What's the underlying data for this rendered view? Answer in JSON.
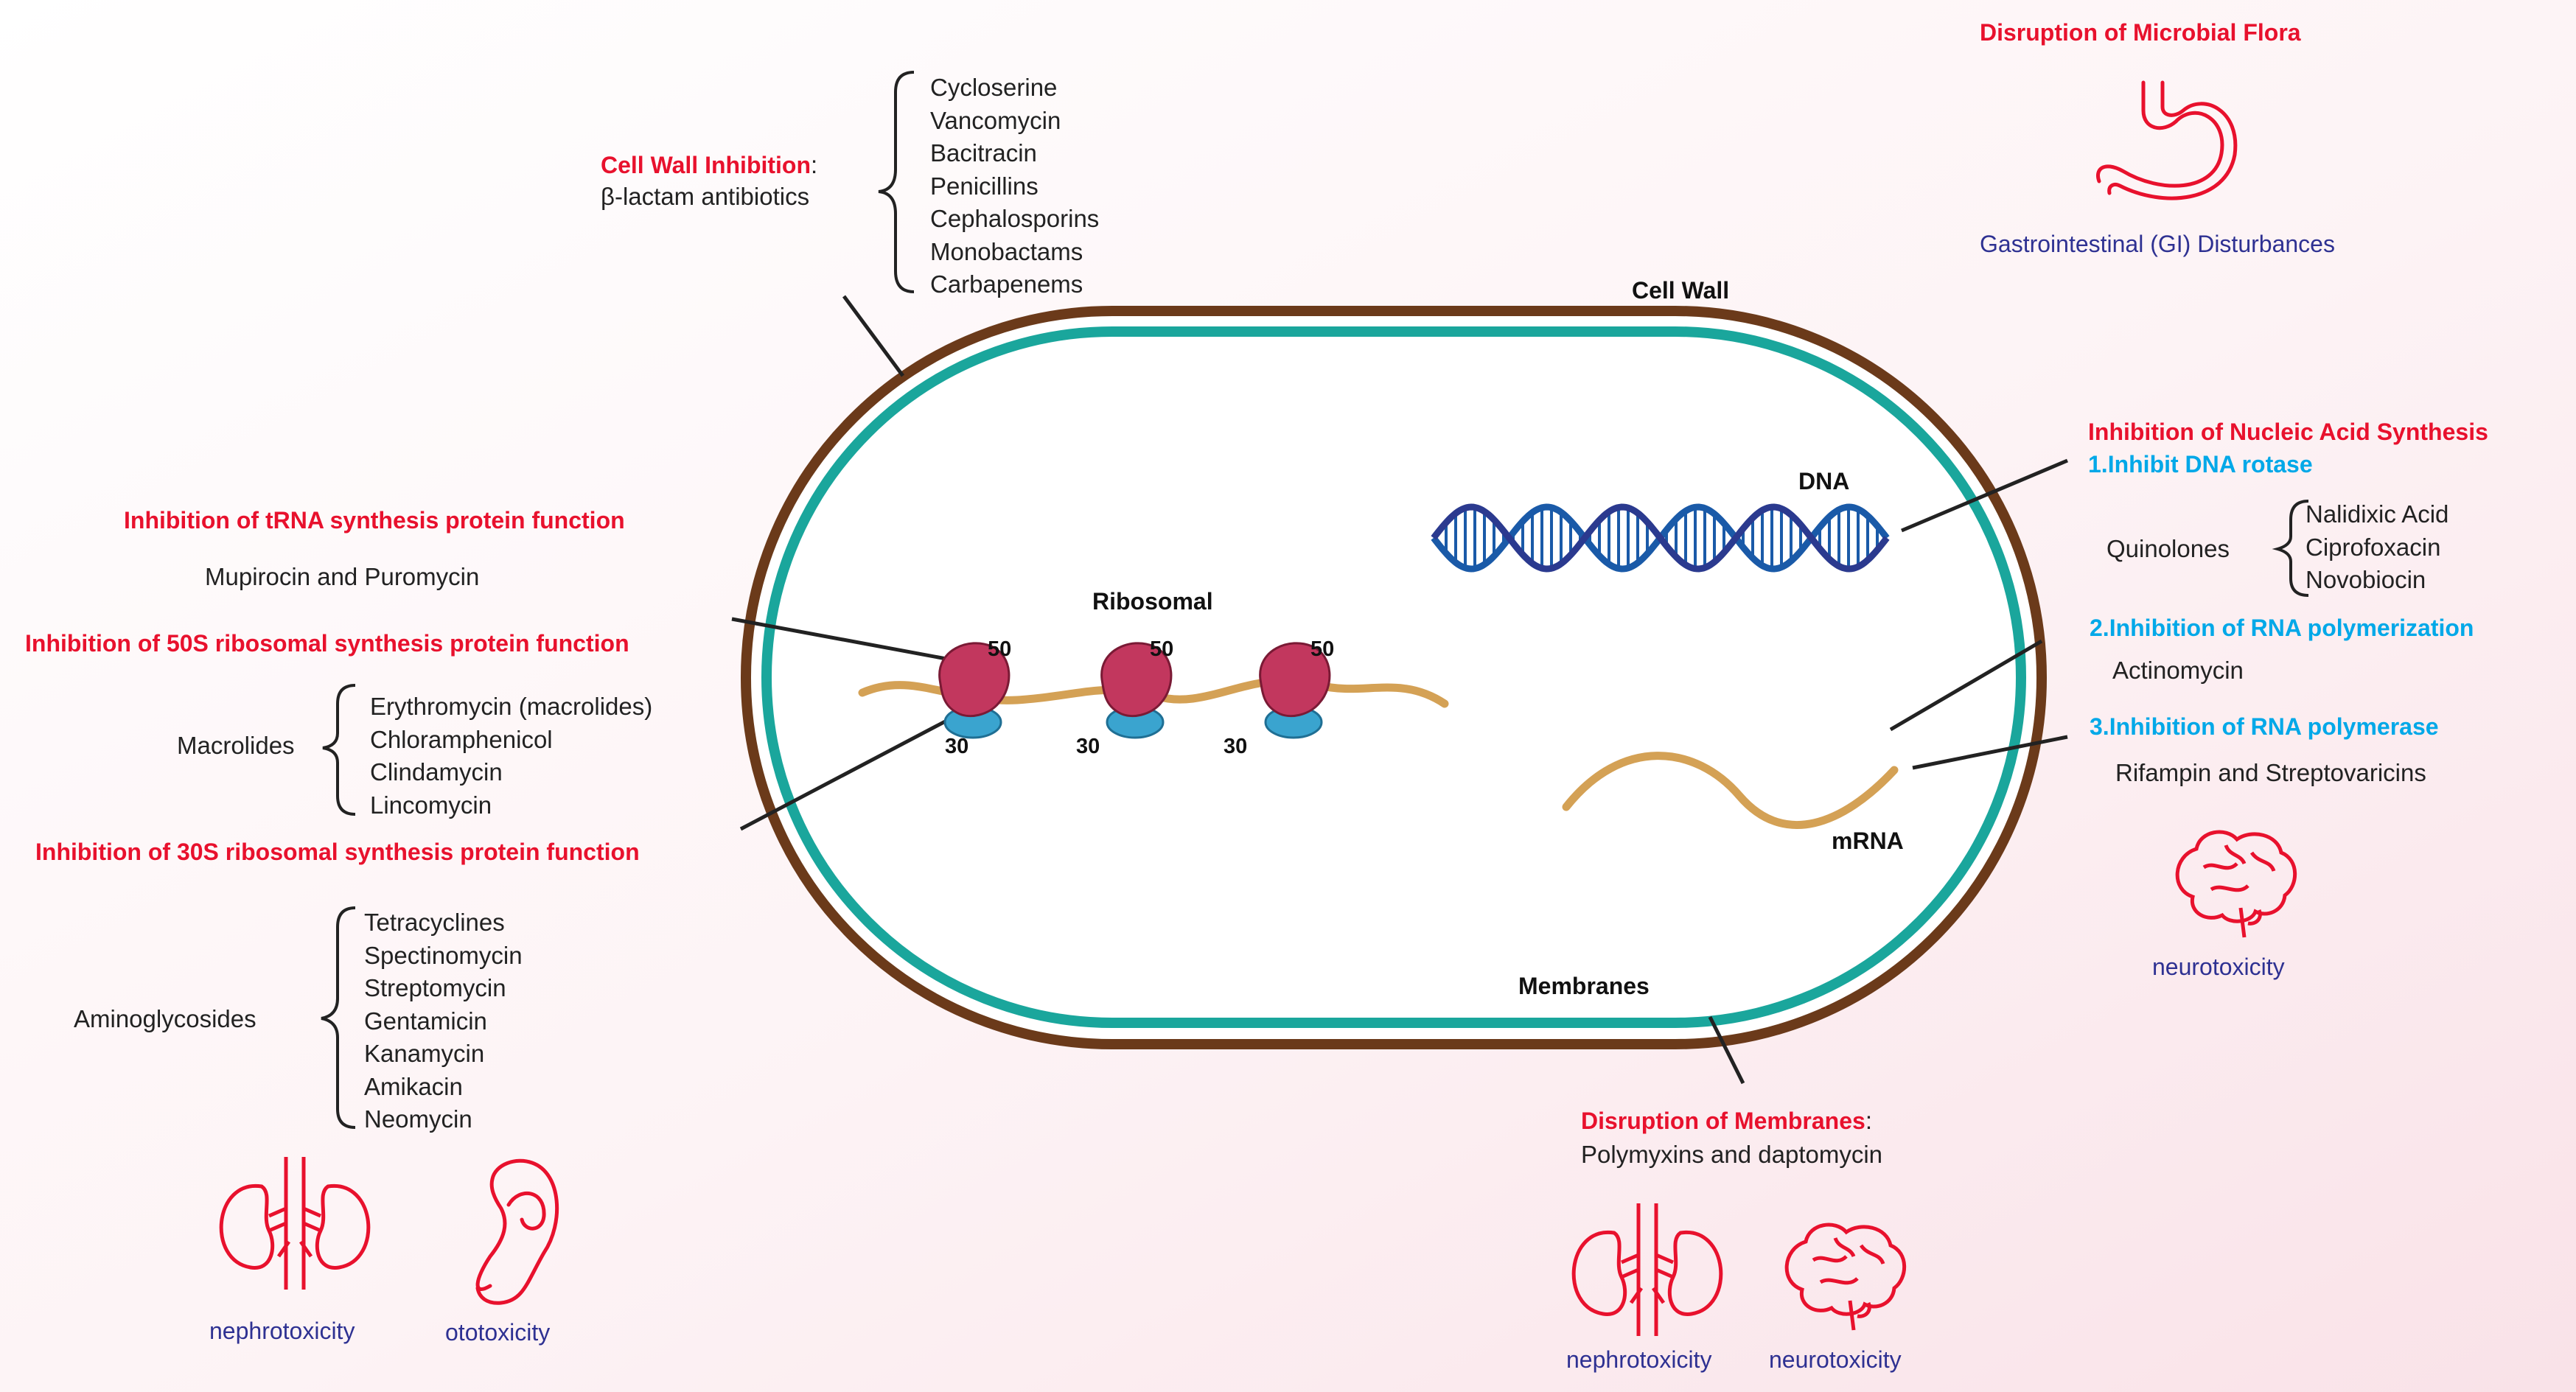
{
  "colors": {
    "red": "#e8112d",
    "cyan": "#00a8e8",
    "organ_blue_text": "#2e3192",
    "cell_wall": "#6b3a1a",
    "membrane": "#1aa69c",
    "ribosome_large": "#c2375e",
    "ribosome_small": "#3aa4cf",
    "mrna": "#d4a155",
    "dna": "#1a5aa8"
  },
  "icons": [
    "stomach-icon",
    "kidney-icon",
    "ear-icon",
    "brain-icon"
  ],
  "cell": {
    "cell_wall_label": "Cell Wall",
    "membranes_label": "Membranes",
    "dna_label": "DNA",
    "mrna_label": "mRNA",
    "ribosomal_label": "Ribosomal",
    "subunit_50": "50",
    "subunit_30": "30"
  },
  "cell_wall_inhibition": {
    "title": "Cell Wall Inhibition",
    "colon": ":",
    "subtitle": "β-lactam antibiotics",
    "drugs": [
      "Cycloserine",
      "Vancomycin",
      "Bacitracin",
      "Penicillins",
      "Cephalosporins",
      "Monobactams",
      "Carbapenems"
    ]
  },
  "microbial_flora": {
    "title": "Disruption of Microbial Flora",
    "effect": "Gastrointestinal (GI) Disturbances"
  },
  "trna": {
    "title": "Inhibition of tRNA synthesis protein function",
    "drugs": "Mupirocin and Puromycin"
  },
  "s50": {
    "title": "Inhibition of 50S ribosomal synthesis protein function",
    "group": "Macrolides",
    "drugs": [
      "Erythromycin (macrolides)",
      "Chloramphenicol",
      "Clindamycin",
      "Lincomycin"
    ]
  },
  "s30": {
    "title": "Inhibition of 30S ribosomal synthesis protein function",
    "group": "Aminoglycosides",
    "drugs": [
      "Tetracyclines",
      "Spectinomycin",
      "Streptomycin",
      "Gentamicin",
      "Kanamycin",
      "Amikacin",
      "Neomycin"
    ],
    "effects": [
      "nephrotoxicity",
      "ototoxicity"
    ]
  },
  "nucleic": {
    "title": "Inhibition of Nucleic Acid Synthesis",
    "item1": "1.Inhibit DNA rotase",
    "group": "Quinolones",
    "drugs": [
      "Nalidixic Acid",
      "Ciprofoxacin",
      "Novobiocin"
    ],
    "item2": "2.Inhibition of RNA polymerization",
    "item2_drug": "Actinomycin",
    "item3": "3.Inhibition of RNA polymerase",
    "item3_drug": "Rifampin and Streptovaricins",
    "effect": "neurotoxicity"
  },
  "membranes": {
    "title": "Disruption of Membranes",
    "colon": ":",
    "drugs": "Polymyxins and daptomycin",
    "effects": [
      "nephrotoxicity",
      "neurotoxicity"
    ]
  }
}
